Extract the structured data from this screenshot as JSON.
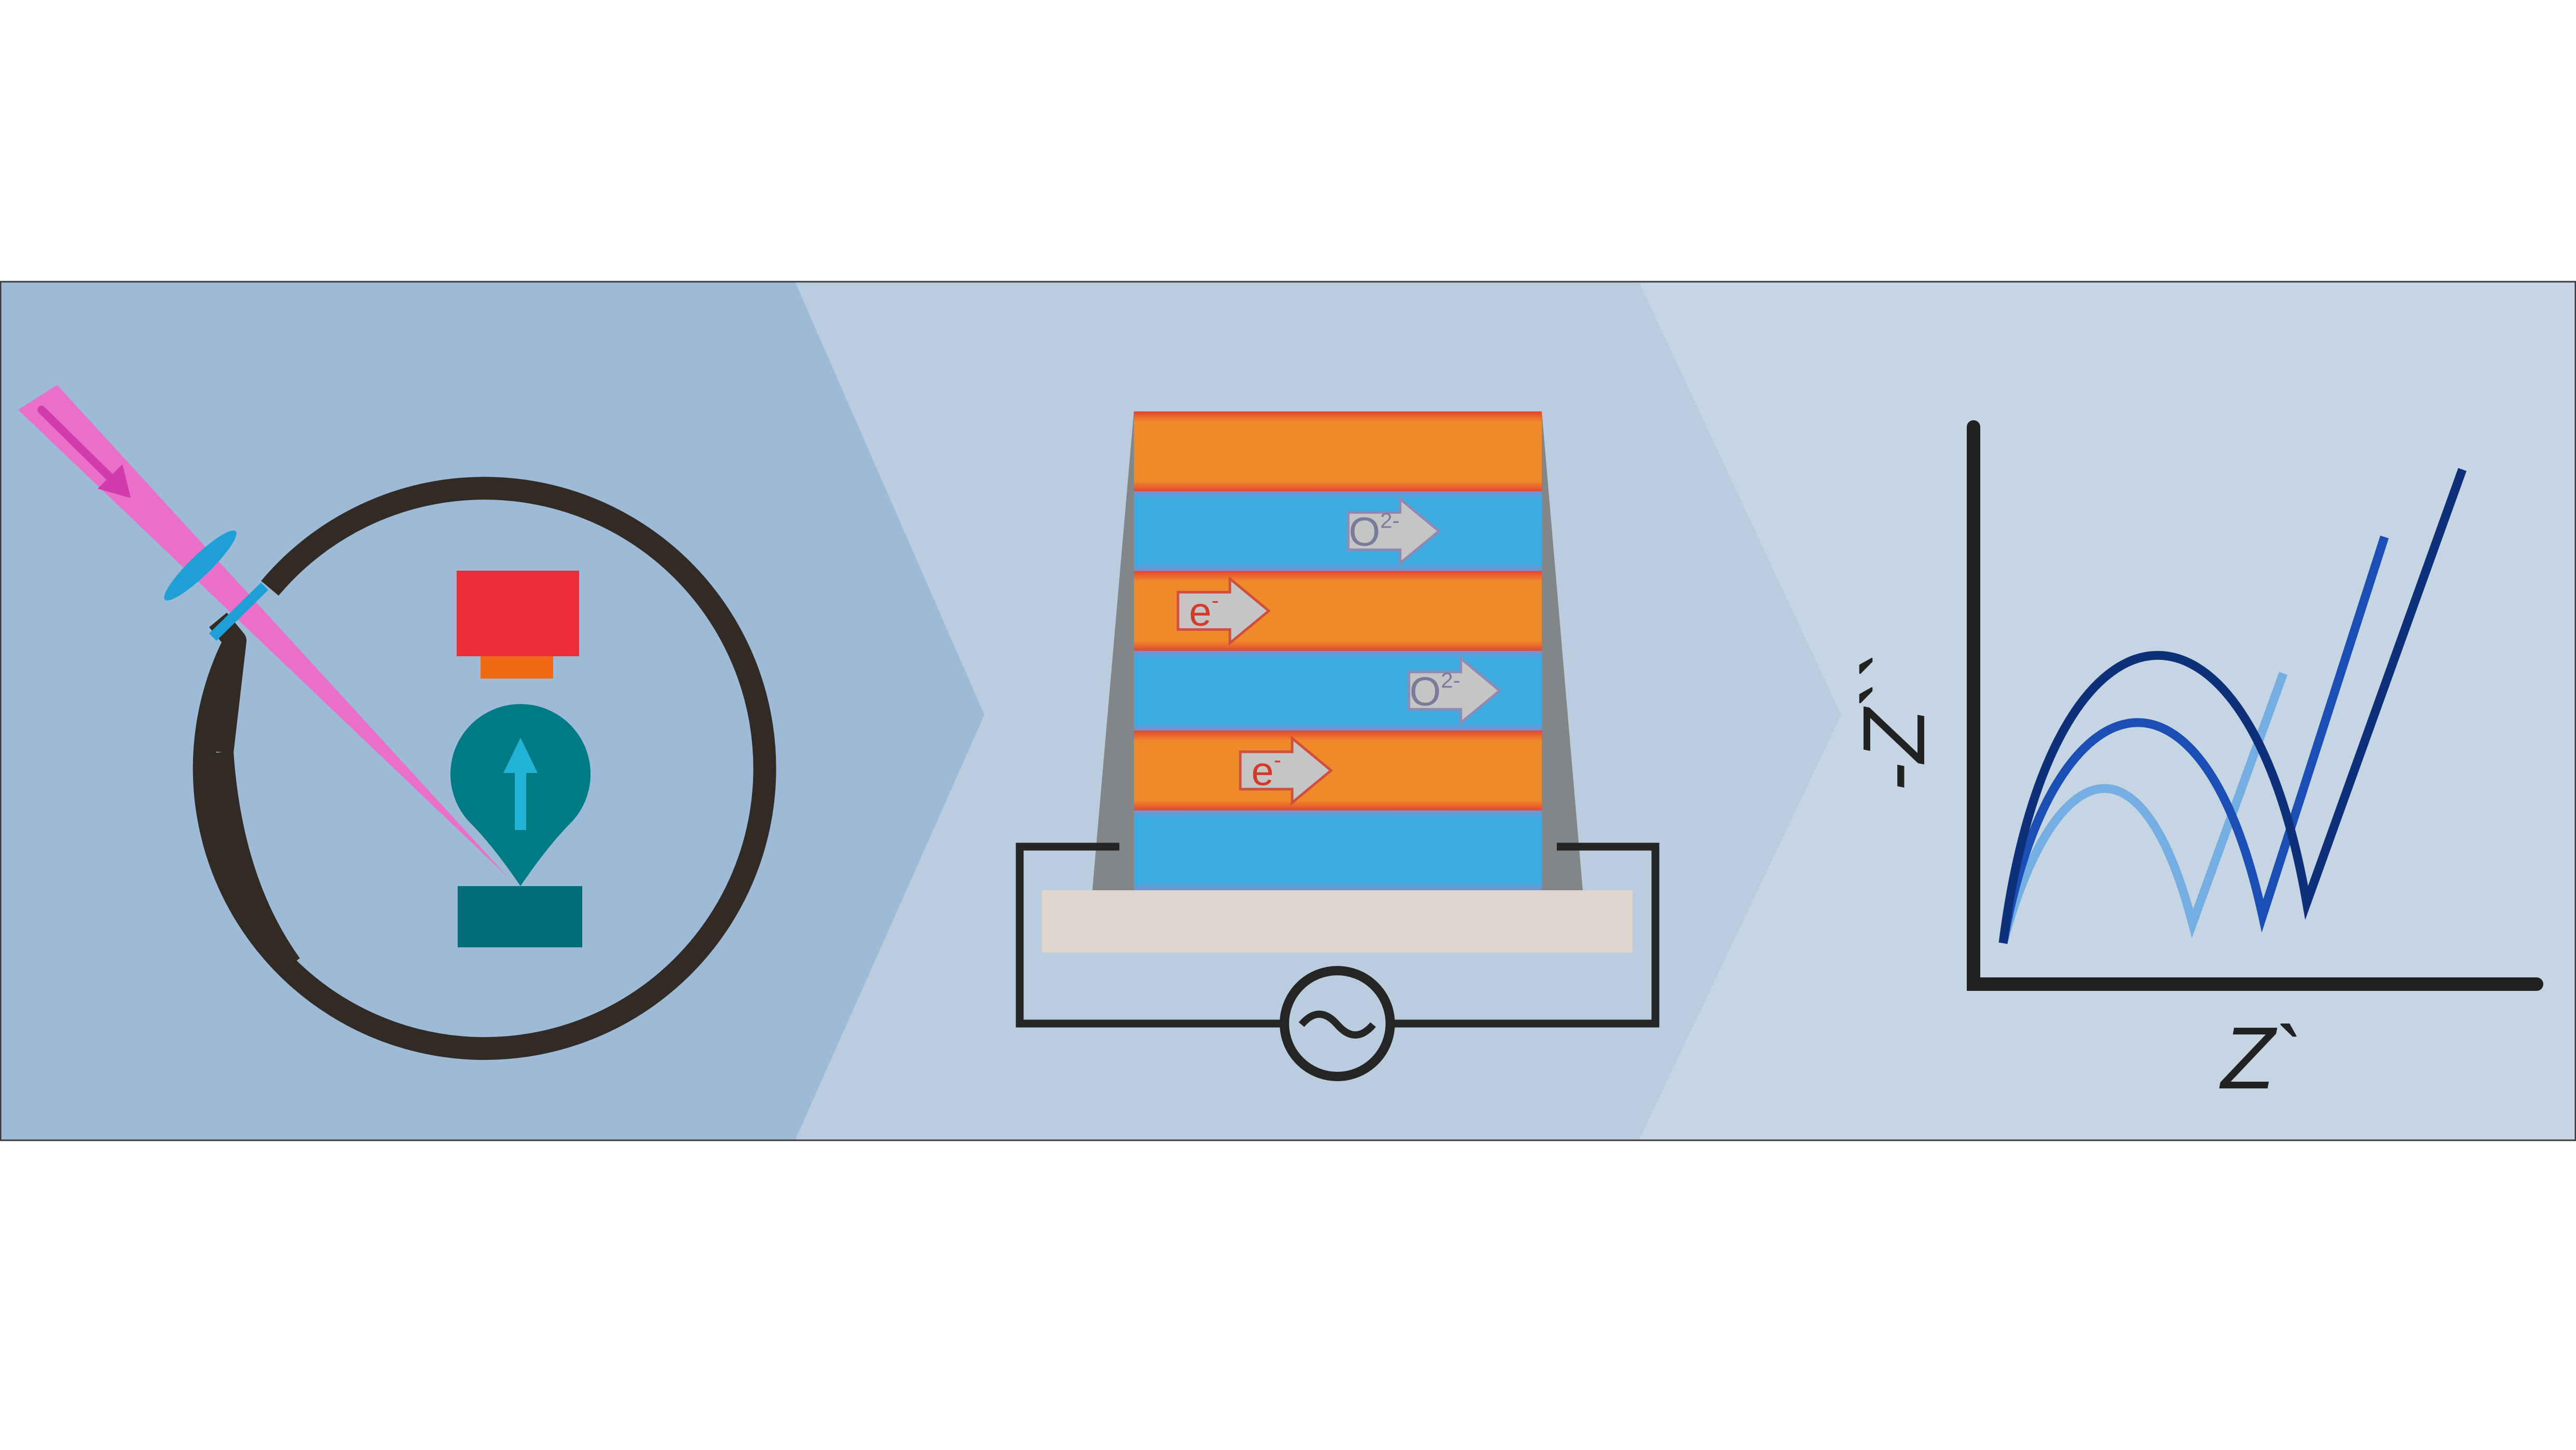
{
  "colors": {
    "panel1": "#9dbad6",
    "panel2": "#b9cddf",
    "panel3": "#c6d5e3",
    "frame": "#3b3b3b",
    "laser": "#e96fc8",
    "laser_arrow": "#d23bab",
    "lens": "#1e9fd6",
    "chamber": "#312a25",
    "target": "#ee2d3a",
    "target_holder": "#ef6a12",
    "plume": "#007b86",
    "plume_arrow": "#1fb3d8",
    "substrate_block": "#006e78",
    "orange_layer": "#ef8a2a",
    "orange_edge": "#e2452f",
    "blue_layer": "#3cace0",
    "blue_edge": "#7a8fcf",
    "stack_side": "#838688",
    "substrate": "#ded6cc",
    "circuit": "#252525",
    "arrow_fill": "#c5c5c5",
    "arrow_stroke_e": "#d05040",
    "arrow_stroke_o": "#8a8ab5",
    "text_e": "#d13c2a",
    "text_o": "#7a7a9a",
    "axes": "#222222",
    "curve_light": "#74aee2",
    "curve_mid": "#1b4fb6",
    "curve_dark": "#0e2f7a"
  },
  "icons": {
    "laser": "laser-beam-icon",
    "lens": "focusing-lens-icon",
    "chamber": "vacuum-chamber-icon",
    "target": "target-icon",
    "plume": "plasma-plume-icon",
    "source": "ac-source-icon"
  },
  "stack": {
    "layers": [
      "orange",
      "blue",
      "orange",
      "blue",
      "orange",
      "blue"
    ],
    "carriers": [
      {
        "text": "O",
        "sup": "2-",
        "layer": 1,
        "kind": "ion"
      },
      {
        "text": "e",
        "sup": "-",
        "layer": 2,
        "kind": "electron"
      },
      {
        "text": "O",
        "sup": "2-",
        "layer": 3,
        "kind": "ion"
      },
      {
        "text": "e",
        "sup": "-",
        "layer": 4,
        "kind": "electron"
      }
    ]
  },
  "plot": {
    "ylabel": "-Z``",
    "xlabel": "Z`"
  }
}
